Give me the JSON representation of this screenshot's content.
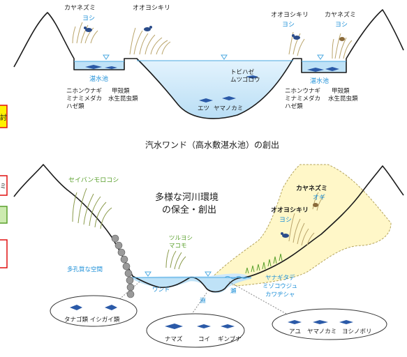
{
  "top_diagram": {
    "caption": "汽水ワンド（高水敷湛水池）の創出",
    "left": {
      "bird_label": "カヤネズミ",
      "reed_label": "ヨシ",
      "bird2_label": "オオヨシキリ",
      "pool_label": "湛水池",
      "species_col1": [
        "ニホンウナギ",
        "ミナミメダカ",
        "ハゼ類"
      ],
      "species_col2": [
        "甲殻類",
        "水生昆虫類"
      ]
    },
    "right": {
      "bird_label": "オオヨシキリ",
      "bird_reed": "ヨシ",
      "mouse_label": "カヤネズミ",
      "mouse_reed": "ヨシ",
      "pool_label": "湛水池",
      "species_col1": [
        "ニホンウナギ",
        "ミナミメダカ",
        "ハゼ類"
      ],
      "species_col2": [
        "甲殻類",
        "水生昆虫類"
      ]
    },
    "center": {
      "upper_species": [
        "トビハゼ",
        "ムツゴロウ"
      ],
      "lower_species": [
        "エツ",
        "ヤマノカミ"
      ]
    }
  },
  "bottom_diagram": {
    "headline": [
      "多様な河川環境",
      "の保全・創出"
    ],
    "sorghum_label": "セイバンモロコシ",
    "porous_label": "多孔質な空間",
    "tsuru_label": [
      "ツルヨシ",
      "マコモ"
    ],
    "wando_label": "ワンド",
    "pool_label": "淵",
    "rapid_label": "瀬",
    "right_bird": "カヤネズミ",
    "right_reed1": "オギ",
    "right_bird2": "オオヨシキリ",
    "right_reed2": "ヨシ",
    "bank_plants": [
      "ヤナギタデ",
      "ミゾコウジュ",
      "カワヂシャ"
    ],
    "fish_circle_1": "タナゴ類  イシガイ類",
    "fish_circle_2": [
      "ナマズ",
      "コイ",
      "ギンブナ"
    ],
    "fish_circle_3": [
      "アユ",
      "ヤマノカミ",
      "ヨシノボリ"
    ]
  },
  "side_boxes": {
    "box1": "討",
    "box2": "ミ",
    "box3": "",
    "box4": ""
  },
  "colors": {
    "water": "#cfe9fb",
    "ground": "#ffffff",
    "outline": "#1a1a1a",
    "sand": "#fff7c8",
    "label_blue": "#1e90d8",
    "label_green": "#5aa02c",
    "label_dark": "#1a1a1a",
    "red_box": "#e01010",
    "yellow_box": "#fff200",
    "green_box": "#cdebb0"
  }
}
